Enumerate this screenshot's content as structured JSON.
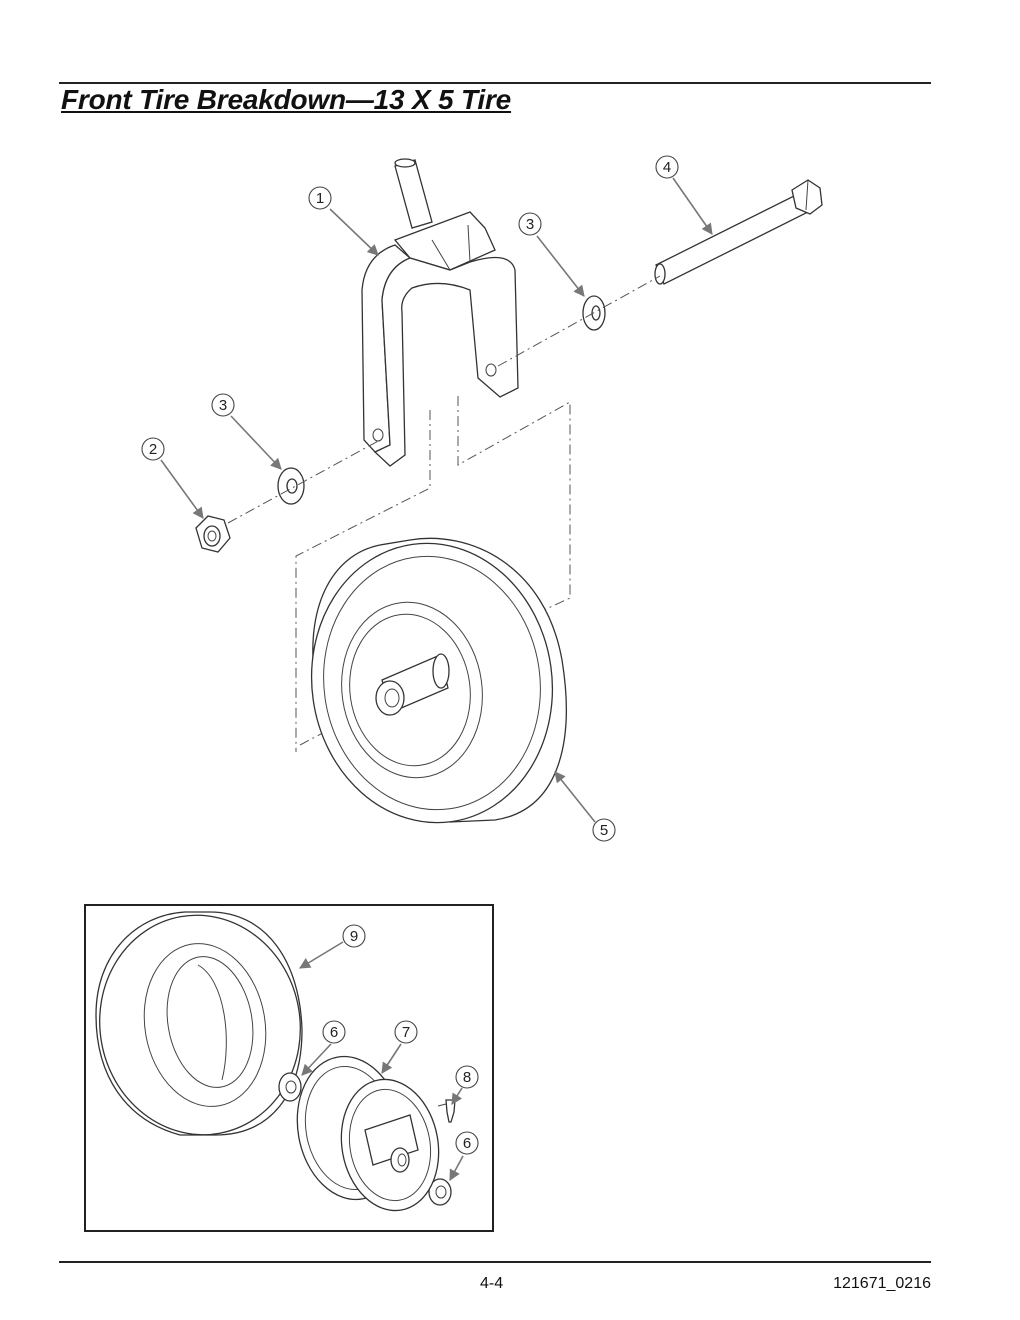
{
  "page": {
    "title": "Front Tire Breakdown—13 X 5 Tire",
    "page_number": "4-4",
    "doc_number": "121671_0216"
  },
  "callouts": {
    "c1": "1",
    "c2": "2",
    "c3a": "3",
    "c3b": "3",
    "c4": "4",
    "c5": "5",
    "c6a": "6",
    "c6b": "6",
    "c7": "7",
    "c8": "8",
    "c9": "9"
  }
}
